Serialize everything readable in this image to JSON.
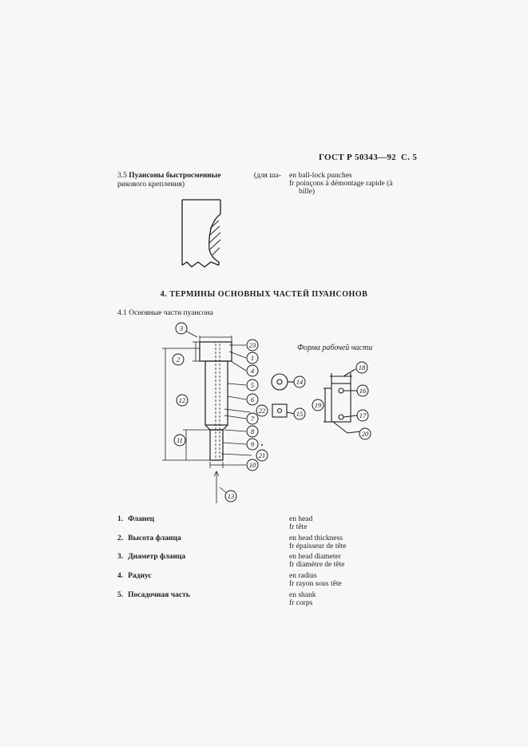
{
  "header": {
    "code": "ГОСТ Р 50343—92",
    "page": "С. 5"
  },
  "section_3_5": {
    "number": "3.5",
    "title": "Пуансоны быстросменные",
    "rest_line1": "(для ша-",
    "line2": "рикового крепления)",
    "translations": [
      "en ball-lock punches",
      "fr poinçons à démontage rapide (à",
      "bille)"
    ]
  },
  "section_4": {
    "heading": "4. ТЕРМИНЫ ОСНОВНЫХ ЧАСТЕЙ ПУАНСОНОВ",
    "subsection": "4.1 Основные части пуансона"
  },
  "diagram": {
    "working_part_label": "Форма рабочей части",
    "callouts": [
      "1",
      "2",
      "3",
      "4",
      "5",
      "6",
      "7",
      "8",
      "9",
      "10",
      "11",
      "12",
      "13",
      "14",
      "15",
      "16",
      "17",
      "18",
      "19",
      "20",
      "21",
      "22",
      "23"
    ]
  },
  "terms": [
    {
      "number": "1.",
      "name": "Фланец",
      "en": "en head",
      "fr": "fr tête"
    },
    {
      "number": "2.",
      "name": "Высота фланца",
      "en": "en head thickness",
      "fr": "fr épaisseur de tête"
    },
    {
      "number": "3.",
      "name": "Диаметр фланца",
      "en": "en head diameter",
      "fr": "fr diamètre de tête"
    },
    {
      "number": "4.",
      "name": "Радиус",
      "en": "en radius",
      "fr": "fr rayon sous tête"
    },
    {
      "number": "5.",
      "name": "Посадочная часть",
      "en": "en shank",
      "fr": "fr corps"
    }
  ]
}
